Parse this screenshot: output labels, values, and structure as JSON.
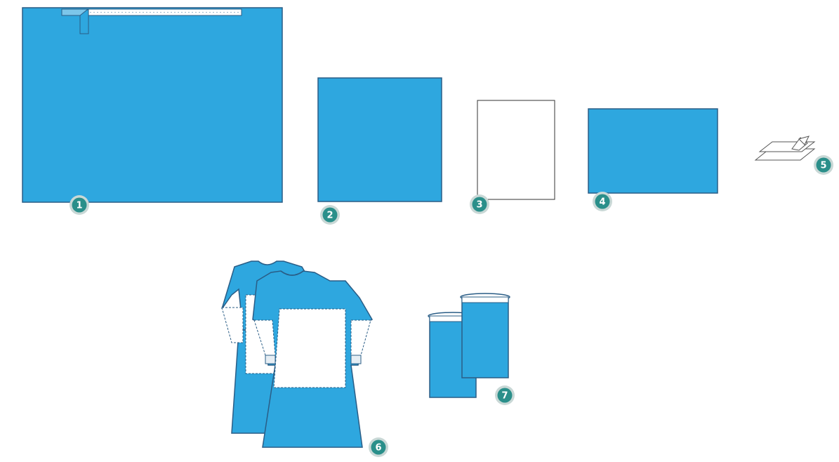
{
  "colors": {
    "fabric": "#2ea7df",
    "outline": "#2a5d86",
    "badge_outer": "#c9d8d6",
    "badge_inner": "#2a8f8a",
    "line_drawing": "#555555"
  },
  "items": [
    {
      "number": "1",
      "icon": "large-drape-with-adhesive-strip"
    },
    {
      "number": "2",
      "icon": "square-drape"
    },
    {
      "number": "3",
      "icon": "white-paper-sheet"
    },
    {
      "number": "4",
      "icon": "rectangular-drape"
    },
    {
      "number": "5",
      "icon": "folded-towels"
    },
    {
      "number": "6",
      "icon": "reinforced-surgical-gowns"
    },
    {
      "number": "7",
      "icon": "leg-covers"
    }
  ]
}
